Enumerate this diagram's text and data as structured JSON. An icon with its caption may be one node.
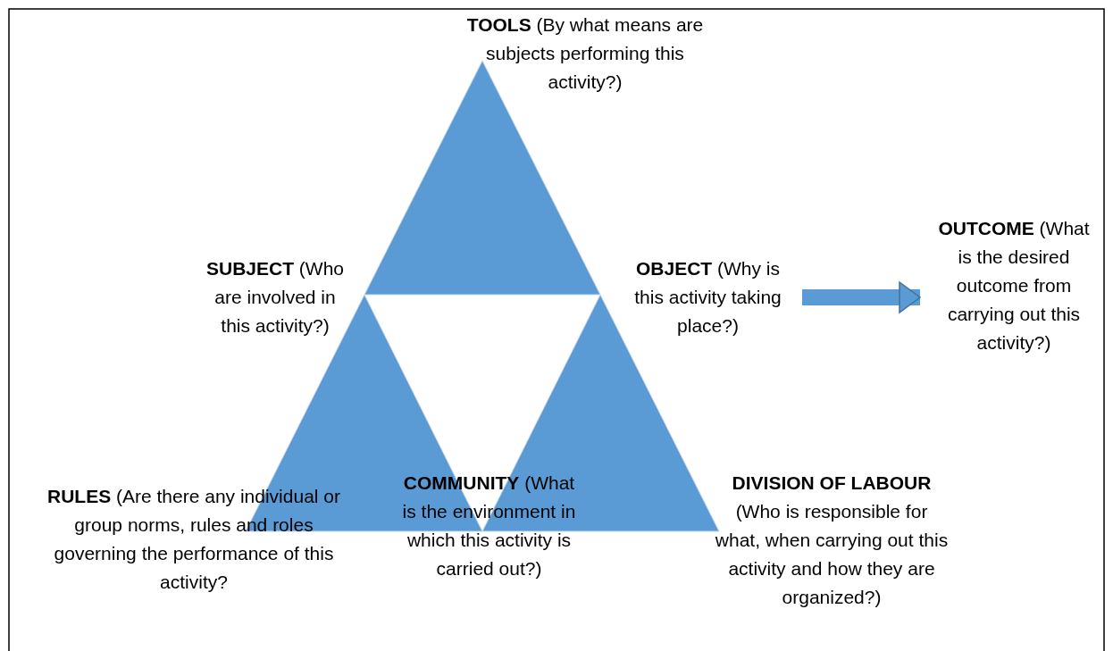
{
  "diagram": {
    "nodes": [
      {
        "text": [
          "**TOOLS** (By what means are subjects performing this activity?)"
        ]
      },
      {
        "text": [
          "**SUBJECT** (Who are involved in this activity?)"
        ]
      },
      {
        "text": [
          "**OBJECT** (Why is this activity taking place?)"
        ]
      },
      {
        "text": [
          "**OUTCOME** (What is the desired outcome from carrying out this activity?)"
        ]
      },
      {
        "text": [
          "**RULES** (Are there any individual or group norms, rules and roles governing the performance of this activity?"
        ]
      },
      {
        "text": [
          "**COMMUNITY** (What is the environment in which this activity is carried out?)"
        ]
      },
      {
        "text": [
          "**DIVISION OF LABOUR** (Who is responsible for what, when carrying out this activity and how they are organized?)"
        ]
      }
    ],
    "edges": [
      {
        "from": 2,
        "to": 3,
        "arrow": "to"
      }
    ]
  }
}
